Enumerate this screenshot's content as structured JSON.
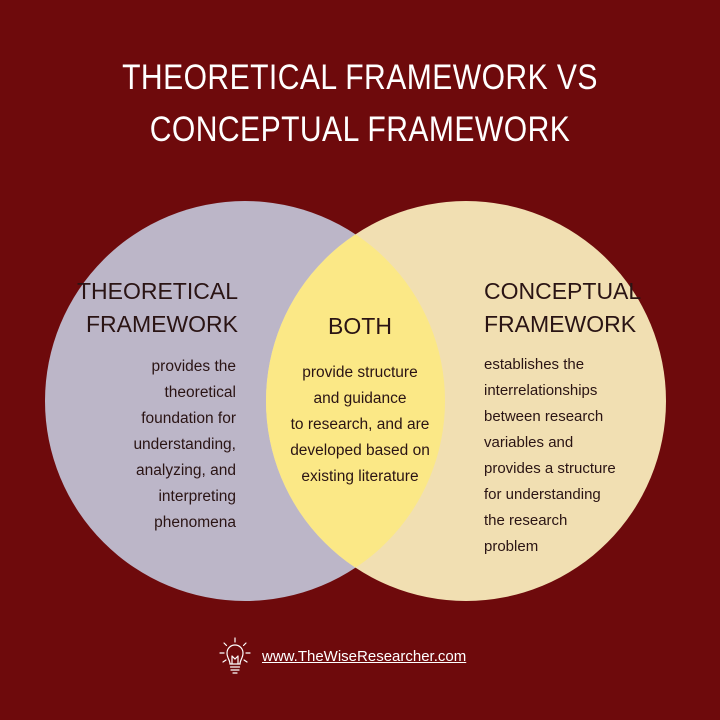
{
  "title": {
    "line1": "THEORETICAL FRAMEWORK VS",
    "line2": "CONCEPTUAL FRAMEWORK"
  },
  "left": {
    "heading": [
      "THEORETICAL",
      "FRAMEWORK"
    ],
    "body": [
      "provides the",
      "theoretical",
      "foundation for",
      "understanding,",
      "analyzing, and",
      "interpreting",
      "phenomena"
    ]
  },
  "middle": {
    "heading": "BOTH",
    "body": [
      "provide structure",
      "and guidance",
      "to research, and are",
      "developed based on",
      "existing literature"
    ]
  },
  "right": {
    "heading": [
      "CONCEPTUAL",
      "FRAMEWORK"
    ],
    "body": [
      "establishes the",
      "interrelationships",
      "between research",
      "variables and",
      "provides a structure",
      "for understanding",
      "the research",
      "problem"
    ]
  },
  "footer": {
    "url": "www.TheWiseResearcher.com",
    "icon": "lightbulb-icon"
  },
  "colors": {
    "background": "#6e0a0c",
    "left_circle": "#bcb6c8",
    "right_circle": "#f1dfb2",
    "overlap": "#fbe886"
  }
}
